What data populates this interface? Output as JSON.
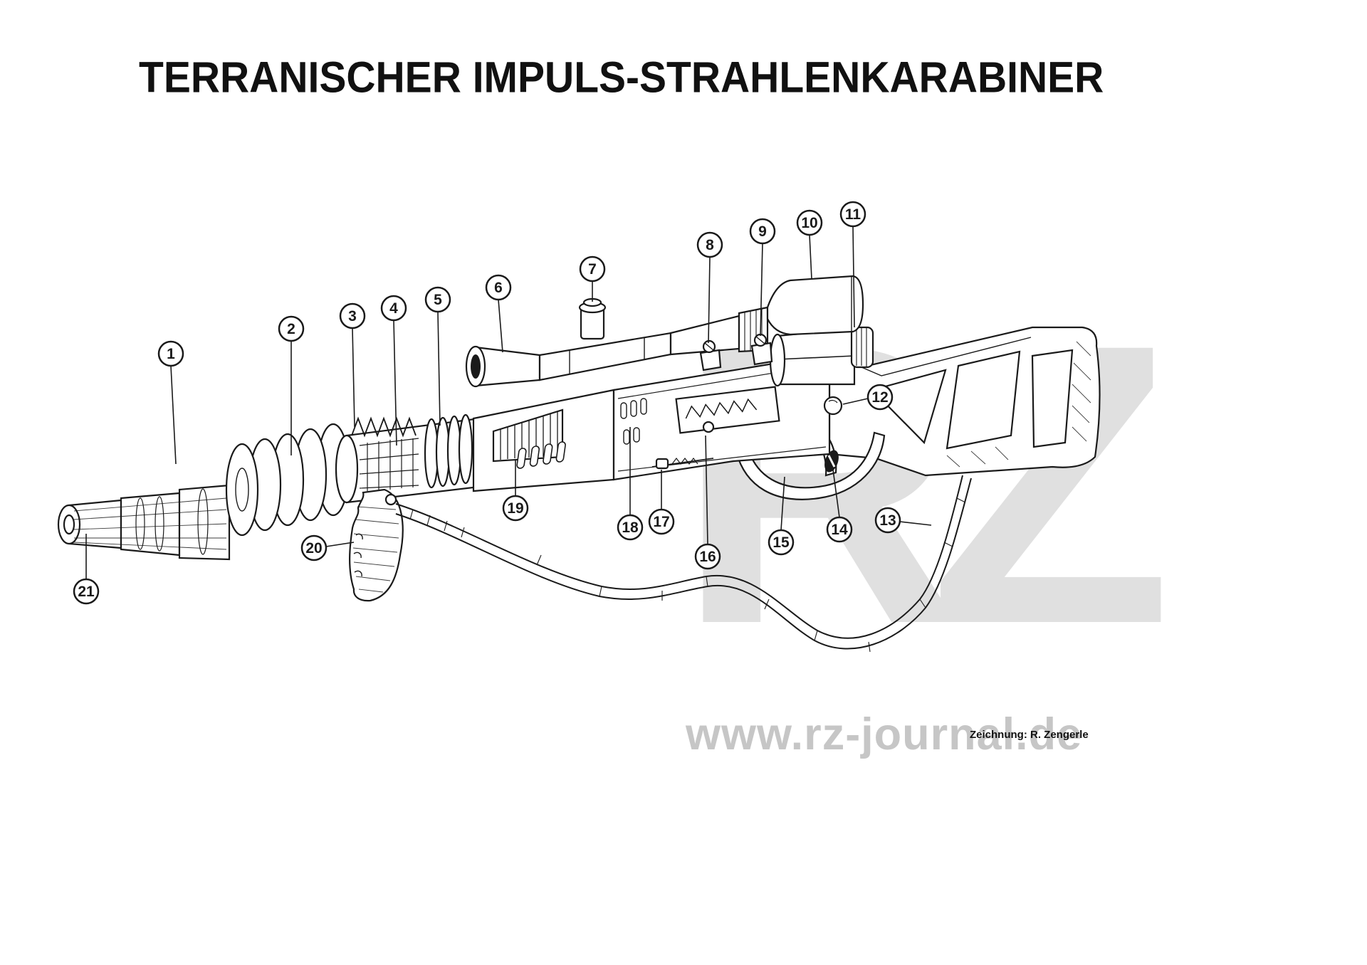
{
  "page": {
    "title": "TERRANISCHER IMPULS-STRAHLENKARABINER",
    "credit": "Zeichnung: R. Zengerle"
  },
  "watermark": {
    "logo_text": "RZ",
    "url_text": "www.rz-journal.de"
  },
  "diagram": {
    "subject": "Exploded technical line drawing of a Terran impulse ray carbine with numbered part callouts",
    "callouts": [
      {
        "label": "1"
      },
      {
        "label": "2"
      },
      {
        "label": "3"
      },
      {
        "label": "4"
      },
      {
        "label": "5"
      },
      {
        "label": "6"
      },
      {
        "label": "7"
      },
      {
        "label": "8"
      },
      {
        "label": "9"
      },
      {
        "label": "10"
      },
      {
        "label": "11"
      },
      {
        "label": "12"
      },
      {
        "label": "13"
      },
      {
        "label": "14"
      },
      {
        "label": "15"
      },
      {
        "label": "16"
      },
      {
        "label": "17"
      },
      {
        "label": "18"
      },
      {
        "label": "19"
      },
      {
        "label": "20"
      },
      {
        "label": "21"
      }
    ]
  }
}
